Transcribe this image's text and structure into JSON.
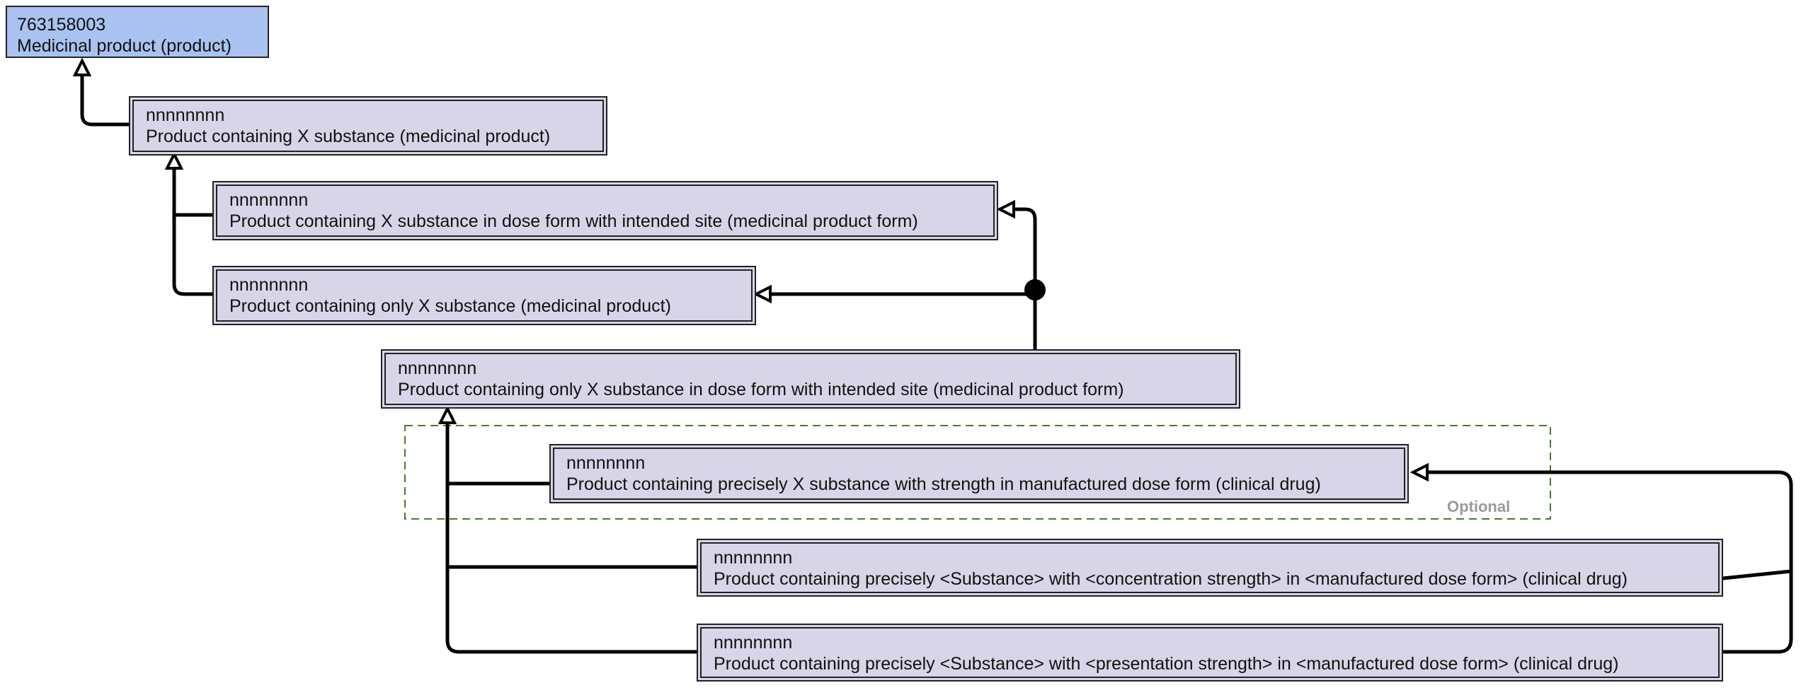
{
  "concepts": {
    "root": {
      "id": "763158003",
      "term": "Medicinal product (product)"
    },
    "mp": {
      "id": "nnnnnnnn",
      "term": "Product containing X substance (medicinal product)"
    },
    "mpf": {
      "id": "nnnnnnnn",
      "term": "Product containing X substance in dose form with intended site (medicinal product form)"
    },
    "mp_only": {
      "id": "nnnnnnnn",
      "term": "Product containing only X substance (medicinal product)"
    },
    "mpf_only": {
      "id": "nnnnnnnn",
      "term": "Product containing only X substance in dose form with intended site (medicinal product form)"
    },
    "cd": {
      "id": "nnnnnnnn",
      "term": "Product containing precisely X substance with strength in manufactured dose form (clinical drug)"
    },
    "cd_conc": {
      "id": "nnnnnnnn",
      "term": "Product containing precisely <Substance> with <concentration strength> in <manufactured dose form> (clinical drug)"
    },
    "cd_pres": {
      "id": "nnnnnnnn",
      "term": "Product containing precisely <Substance> with <presentation strength> in <manufactured dose form> (clinical drug)"
    }
  },
  "optional_group": {
    "label": "Optional",
    "border_color": "#4a7a2a"
  },
  "colors": {
    "root_fill": "#a9c2f0",
    "concept_fill": "#d9d5e8",
    "line": "#000000",
    "optional_label": "#9a9a9a"
  }
}
